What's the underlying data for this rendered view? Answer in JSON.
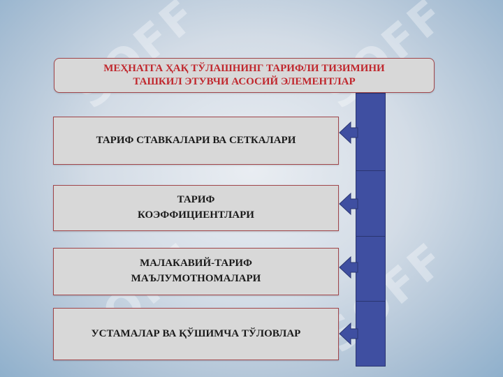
{
  "title": {
    "line1": "МЕҲНАТГА ҲАҚ ТЎЛАШНИНГ ТАРИФЛИ ТИЗИМИНИ",
    "line2": "ТАШКИЛ ЭТУВЧИ АСОСИЙ ЭЛЕМЕНТЛАР"
  },
  "elements": [
    {
      "line1": "ТАРИФ СТАВКАЛАРИ ВА СЕТКАЛАРИ",
      "line2": ""
    },
    {
      "line1": "ТАРИФ",
      "line2": "КОЭФФИЦИЕНТЛАРИ"
    },
    {
      "line1": "МАЛАКАВИЙ-ТАРИФ",
      "line2": "МАЪЛУМОТНОМАЛАРИ"
    },
    {
      "line1": "УСТАМАЛАР ВА ҚЎШИМЧА ТЎЛОВЛАР",
      "line2": ""
    }
  ],
  "watermark_text": "SOFF",
  "colors": {
    "title_text": "#c0272d",
    "border": "#a0454a",
    "box_fill": "#d8d8d8",
    "bar_fill": "#3f4fa1",
    "arrow_fill": "#3f4fa1"
  }
}
